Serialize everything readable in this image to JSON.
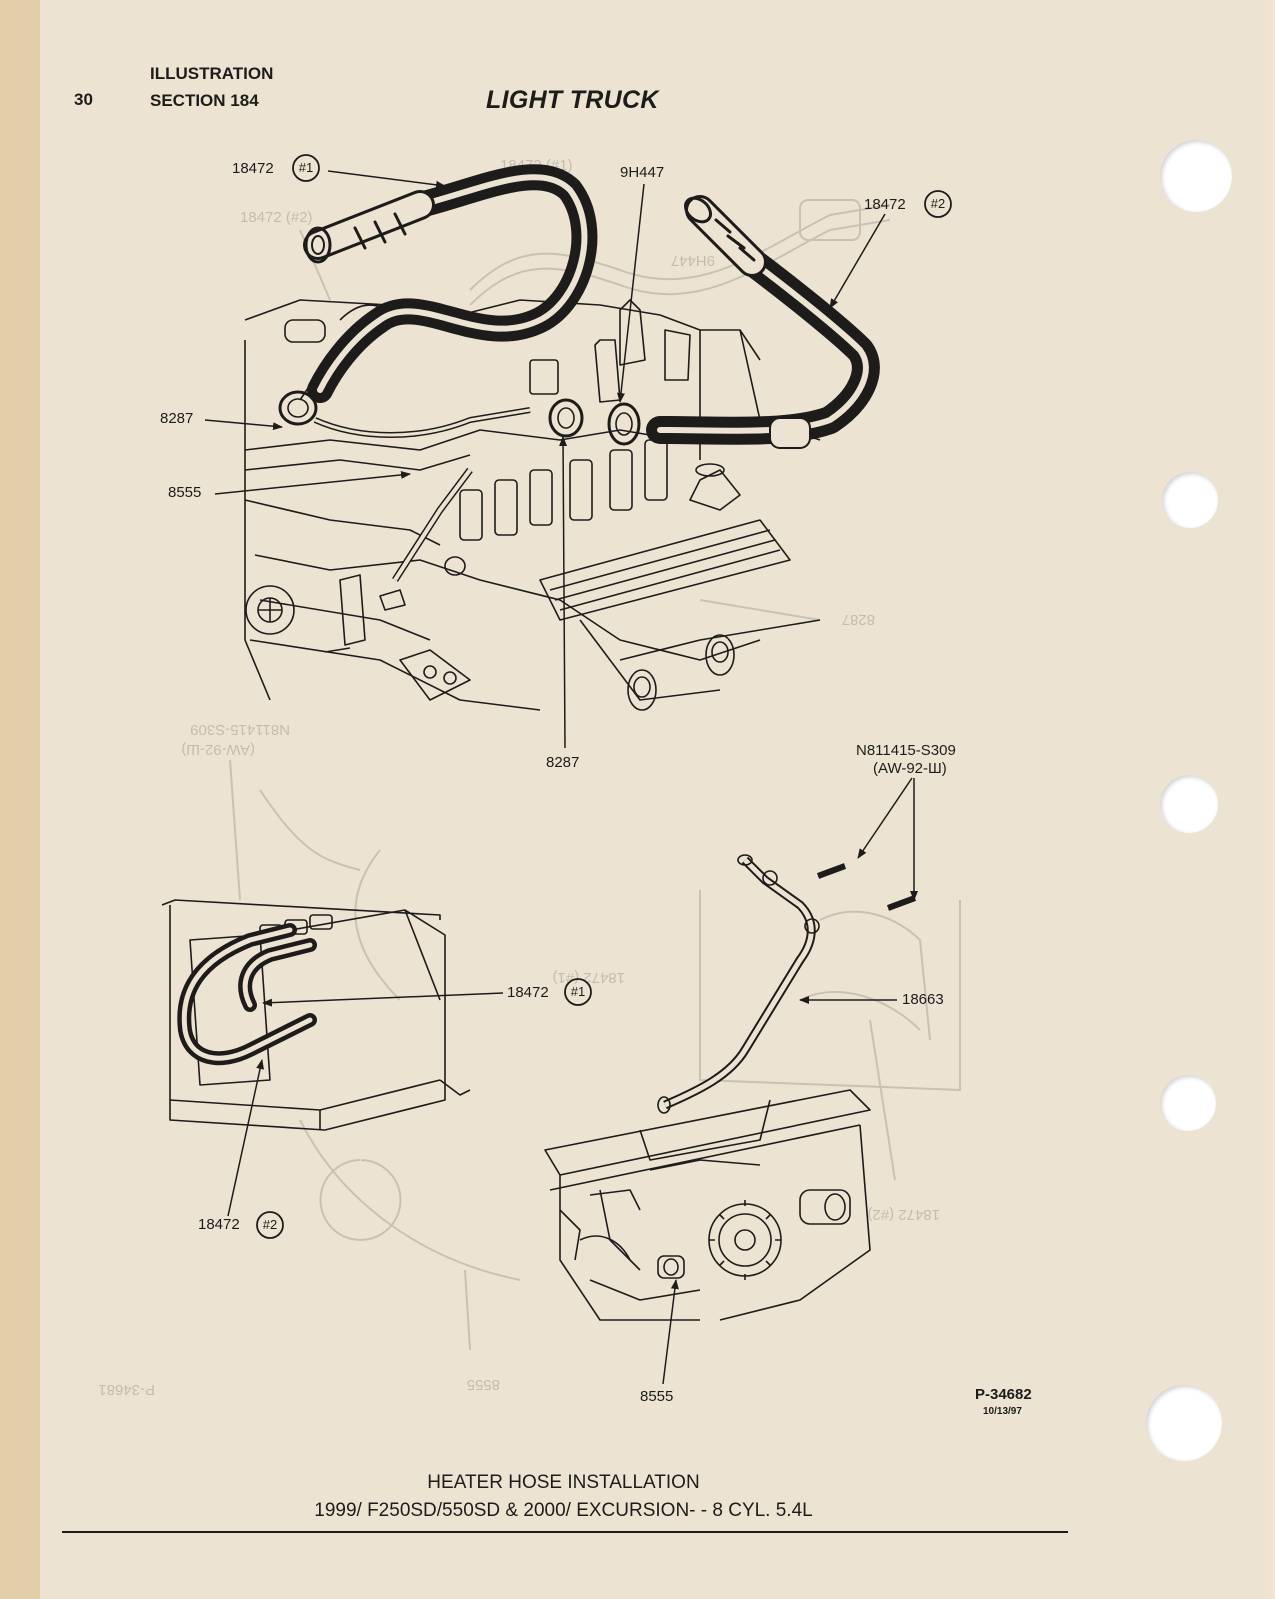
{
  "header": {
    "page_number": "30",
    "line1": "ILLUSTRATION",
    "line2": "SECTION 184",
    "title": "LIGHT TRUCK"
  },
  "labels": {
    "top_hose_1": "18472",
    "top_hose_1_badge": "#1",
    "top_9h447": "9H447",
    "top_hose_2": "18472",
    "top_hose_2_badge": "#2",
    "top_8287_left": "8287",
    "top_8555": "8555",
    "top_8287_bottom": "8287",
    "bolt_part": "N811415-S309",
    "bolt_spec": "(AW-92-Ш)",
    "bottom_hose_1": "18472",
    "bottom_hose_1_badge": "#1",
    "bottom_18663": "18663",
    "bottom_hose_2": "18472",
    "bottom_hose_2_badge": "#2",
    "bottom_8555": "8555"
  },
  "figure_id": "P-34682",
  "figure_date": "10/13/97",
  "caption": {
    "line1": "HEATER HOSE INSTALLATION",
    "line2": "1999/ F250SD/550SD & 2000/ EXCURSION- - 8 CYL. 5.4L"
  },
  "colors": {
    "paper": "#ece3d3",
    "ink": "#1e1c1a",
    "bleed": "#bdb6ab"
  }
}
